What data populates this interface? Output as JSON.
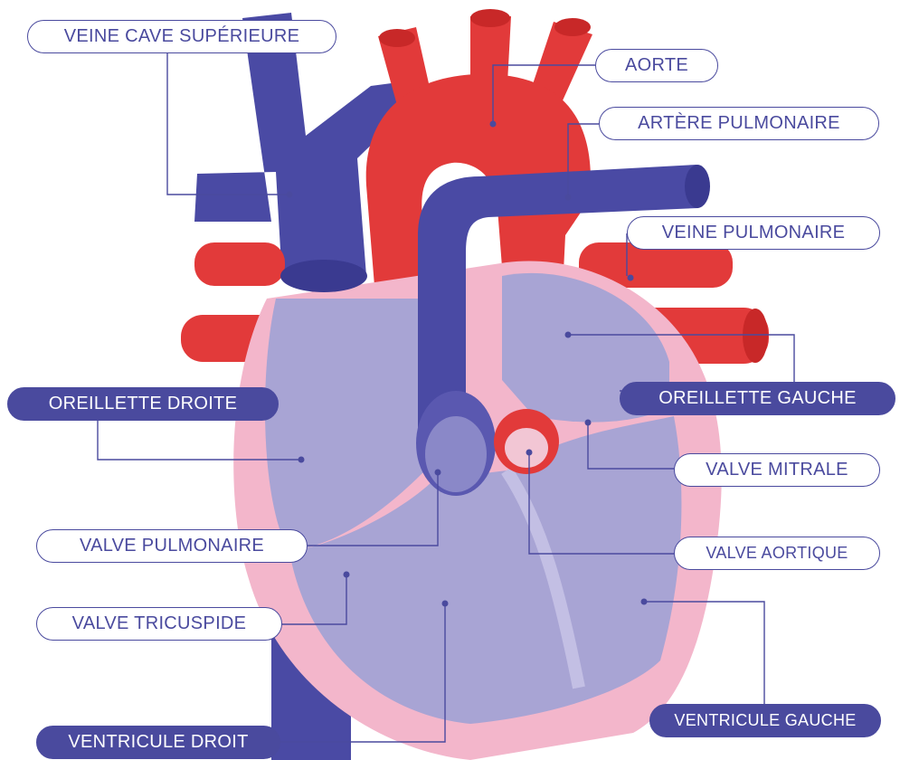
{
  "colors": {
    "vein": "#4a4aa4",
    "artery": "#e23a3a",
    "chamber": "#a8a4d4",
    "myocardium": "#f3b6cb",
    "label": "#4a4a9e"
  },
  "labels": {
    "veine_cave_superieure": "VEINE CAVE SUPÉRIEURE",
    "aorte": "AORTE",
    "artere_pulmonaire": "ARTÈRE PULMONAIRE",
    "veine_pulmonaire": "VEINE PULMONAIRE",
    "oreillette_droite": "OREILLETTE DROITE",
    "oreillette_gauche": "OREILLETTE GAUCHE",
    "valve_mitrale": "VALVE MITRALE",
    "valve_pulmonaire": "VALVE PULMONAIRE",
    "valve_aortique": "VALVE AORTIQUE",
    "valve_tricuspide": "VALVE TRICUSPIDE",
    "ventricule_droit": "VENTRICULE DROIT",
    "ventricule_gauche": "VENTRICULE GAUCHE"
  }
}
